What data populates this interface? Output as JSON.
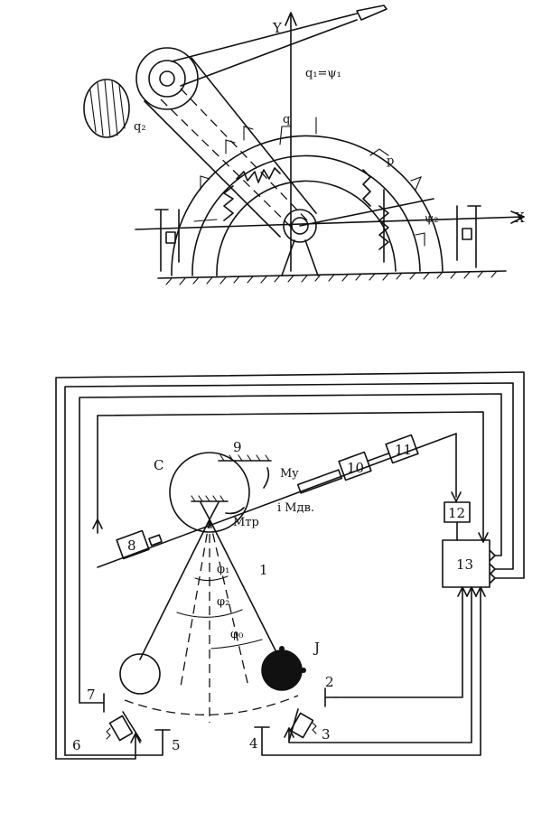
{
  "top_diagram": {
    "axis_y": "Y",
    "axis_x": "X",
    "label_q1_psi1": "q₁=ψ₁",
    "label_q2": "q₂",
    "label_psi2": "ψ₂",
    "label_q": "q",
    "label_p": "p"
  },
  "bottom_diagram": {
    "label_C": "C",
    "label_9": "9",
    "label_My": "My",
    "label_Mtr": "Mтр",
    "label_Mdv": "i Mдв.",
    "label_8": "8",
    "label_10": "10",
    "label_11": "11",
    "label_12": "12",
    "label_13": "13",
    "label_1": "1",
    "label_q1": "φ₁",
    "label_q2": "φ₂",
    "label_q0": "φ₀",
    "label_J": "J",
    "label_2": "2",
    "label_3": "3",
    "label_4": "4",
    "label_5": "5",
    "label_6": "6",
    "label_7": "7"
  }
}
